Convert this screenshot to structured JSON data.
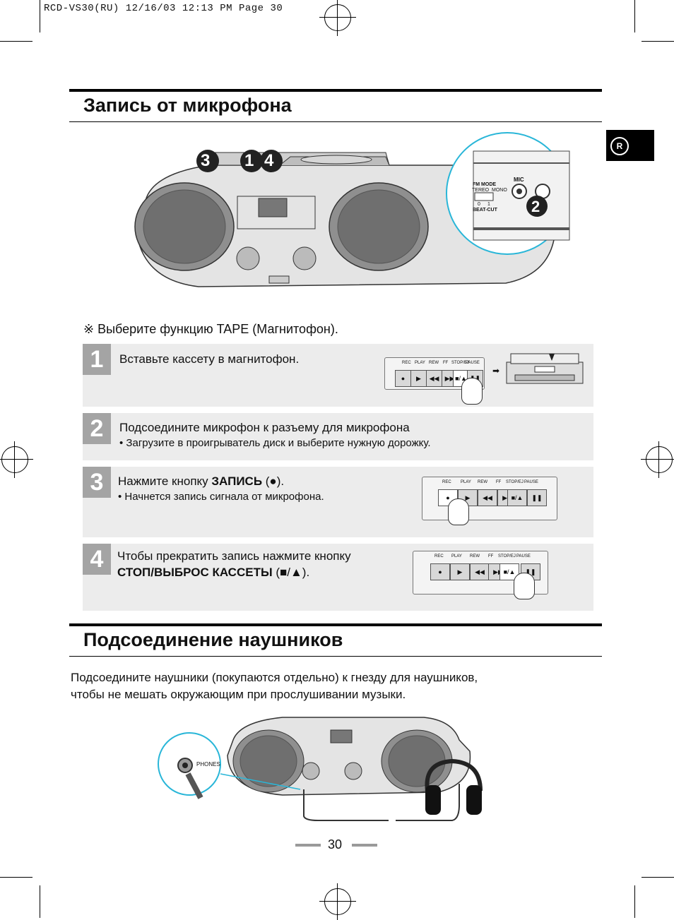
{
  "header": {
    "print_info": "RCD-VS30(RU)    12/16/03 12:13 PM  Page 30"
  },
  "section1": {
    "title": "Запись от микрофона"
  },
  "side_tab": {
    "letter": "R"
  },
  "device_callouts": {
    "n3": "3",
    "n1": "1",
    "n4": "4",
    "n2": "2"
  },
  "inset": {
    "fm_mode": "FM MODE",
    "stereo": "TEREO",
    "mono": "MONO",
    "mic": "MIC",
    "beat_cut": "BEAT-CUT",
    "bc0": "0",
    "bc1": "1"
  },
  "note": {
    "symbol": "※",
    "text": "Выберите функцию TAPE (Магнитофон)."
  },
  "tape_panel": {
    "rec": "REC",
    "play": "PLAY",
    "rew": "REW",
    "ff": "FF",
    "stop": "STOP/EJ",
    "pause": "PAUSE",
    "g_rec": "●",
    "g_play": "▶",
    "g_rew": "◀◀",
    "g_ff": "▶▶",
    "g_stop": "■/▲",
    "g_pause": "❚❚"
  },
  "steps": [
    {
      "num": "1",
      "text": "Вставьте кассету в магнитофон."
    },
    {
      "num": "2",
      "text": "Подсоедините микрофон к разъему для микрофона",
      "bullet": "• Загрузите в проигрыватель диск и выберите нужную дорожку."
    },
    {
      "num": "3",
      "text_before": "Нажмите кнопку ",
      "text_bold": "ЗАПИСЬ",
      "text_after": " (●).",
      "bullet": "• Начнется запись сигнала от микрофона."
    },
    {
      "num": "4",
      "line1": "Чтобы прекратить запись нажмите кнопку",
      "line2_bold": "СТОП/ВЫБРОС КАССЕТЫ",
      "line2_after": " (■/▲)."
    }
  ],
  "section2": {
    "title": "Подсоединение наушников",
    "para_line1": "Подсоедините наушники (покупаются отдельно) к гнезду для наушников,",
    "para_line2": "чтобы не мешать окружающим при прослушивании музыки.",
    "phones_label": "PHONES"
  },
  "footer": {
    "page_number": "30"
  }
}
